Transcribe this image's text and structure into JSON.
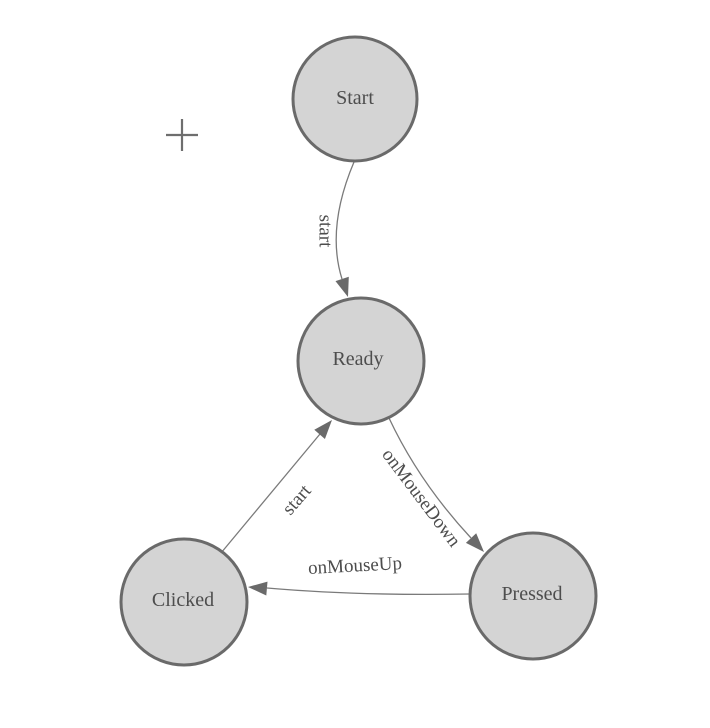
{
  "diagram": {
    "type": "finite-state-machine",
    "background_color": "#ffffff",
    "colors": {
      "node_fill": "#d4d4d4",
      "node_stroke": "#6a6a6a",
      "edge_stroke": "#7a7a7a",
      "arrow_fill": "#6a6a6a",
      "label_text": "#4d4d4d",
      "origin_marker": "#6e6e6e"
    },
    "nodes": [
      {
        "id": "start",
        "label": "Start"
      },
      {
        "id": "ready",
        "label": "Ready"
      },
      {
        "id": "clicked",
        "label": "Clicked"
      },
      {
        "id": "pressed",
        "label": "Pressed"
      }
    ],
    "edges": [
      {
        "from": "start",
        "to": "ready",
        "label": "start"
      },
      {
        "from": "ready",
        "to": "pressed",
        "label": "onMouseDown"
      },
      {
        "from": "clicked",
        "to": "ready",
        "label": "start"
      },
      {
        "from": "pressed",
        "to": "clicked",
        "label": "onMouseUp"
      }
    ],
    "origin_marker": {
      "glyph": "plus"
    }
  }
}
